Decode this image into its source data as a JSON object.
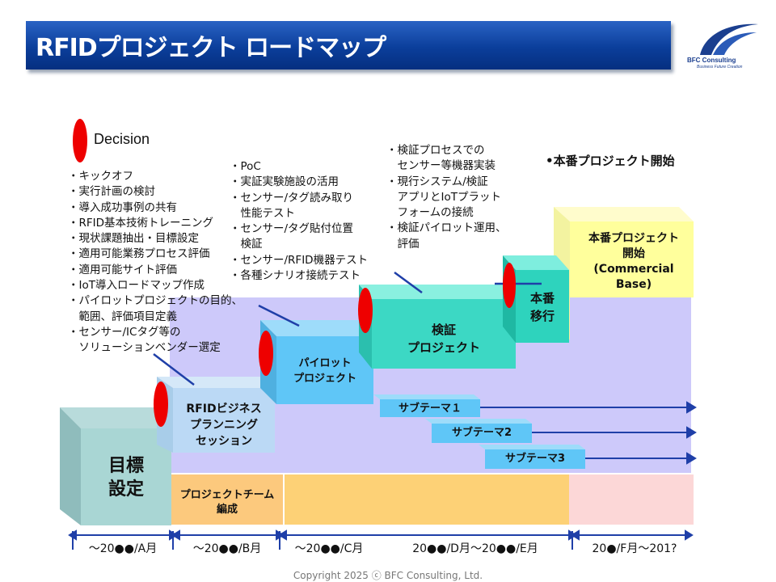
{
  "title": "RFIDプロジェクト ロードマップ",
  "logo": {
    "name": "BFC Consulting",
    "tagline": "Business Future Creation"
  },
  "legend": {
    "decision_label": "Decision"
  },
  "notes": {
    "kickoff": [
      "・キックオフ",
      "・実行計画の検討",
      "・導入成功事例の共有",
      "・RFID基本技術トレーニング",
      "・現状課題抽出・目標設定",
      "・適用可能業務プロセス評価",
      "・適用可能サイト評価",
      "・IoT導入ロードマップ作成",
      "・パイロットプロジェクトの目的、",
      "　範囲、評価項目定義",
      "・センサー/ICタグ等の",
      "　ソリューションベンダー選定"
    ],
    "pilot": [
      "・PoC",
      "・実証実験施設の活用",
      "・センサー/タグ読み取り",
      "　性能テスト",
      "・センサー/タグ貼付位置",
      "　検証",
      "・センサー/RFID機器テスト",
      "・各種シナリオ接続テスト"
    ],
    "verification": [
      "・検証プロセスでの",
      "　センサー等機器実装",
      "・現行システム/検証",
      "　アプリとIoTプラット",
      "　フォームの接続",
      "・検証パイロット運用、",
      "　評価"
    ],
    "production_start": "•本番プロジェクト開始"
  },
  "boxes": {
    "goal": "目標\n設定",
    "planning": "RFIDビジネス\nプランニング\nセッション",
    "pilot": "パイロット\nプロジェクト",
    "verification": "検証\nプロジェクト",
    "migration": "本番\n移行",
    "production": "本番プロジェクト\n開始\n(Commercial\nBase)",
    "team": "プロジェクトチーム\n編成",
    "sub1": "サブテーマ１",
    "sub2": "サブテーマ2",
    "sub3": "サブテーマ3"
  },
  "timeline": [
    "～20●●/A月",
    "～20●●/B月",
    "～20●●/C月",
    "20●●/D月～20●●/E月",
    "20●/F月～201?"
  ],
  "colors": {
    "title_bar": "#0b3e9b",
    "decision": "#ee0000",
    "arrow": "#1f3fa8",
    "planning": "#bbd9f5",
    "pilot": "#5fc6f7",
    "verification": "#3cd8c4",
    "migration": "#2ed3bd",
    "production": "#ffff9c",
    "team": "#fcc97d",
    "timeline_last": "#fcd7d7"
  },
  "copyright": "Copyright 2025 ⓒ BFC Consulting, Ltd."
}
